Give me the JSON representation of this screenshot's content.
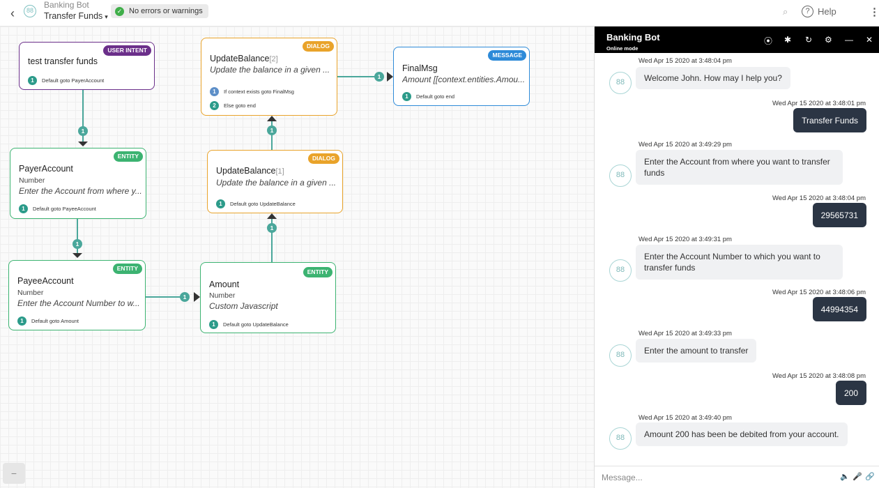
{
  "topbar": {
    "back_icon": "‹",
    "logo_icon": "88",
    "bot_name": "Banking Bot",
    "flow_name": "Transfer Funds",
    "caret": "▾",
    "status_icon": "✓",
    "status_text": "No errors or warnings",
    "search_icon": "⌕",
    "help_icon": "?",
    "help_label": "Help",
    "more_icon": "⋮"
  },
  "nodes": {
    "test_intent": {
      "tag": "USER INTENT",
      "title": "test transfer funds",
      "actions": [
        {
          "num": "1",
          "text": "Default goto PayerAccount"
        }
      ]
    },
    "payer": {
      "tag": "ENTITY",
      "title": "PayerAccount",
      "type": "Number",
      "desc": "Enter the Account from where y...",
      "actions": [
        {
          "num": "1",
          "text": "Default goto PayeeAccount"
        }
      ]
    },
    "payee": {
      "tag": "ENTITY",
      "title": "PayeeAccount",
      "type": "Number",
      "desc": "Enter the Account Number to w...",
      "actions": [
        {
          "num": "1",
          "text": "Default goto Amount"
        }
      ]
    },
    "amount": {
      "tag": "ENTITY",
      "title": "Amount",
      "type": "Number",
      "desc": "Custom Javascript",
      "actions": [
        {
          "num": "1",
          "text": "Default goto UpdateBalance"
        }
      ]
    },
    "ub1": {
      "tag": "DIALOG",
      "title": "UpdateBalance",
      "index": "[1]",
      "desc": "Update the balance in a given ...",
      "actions": [
        {
          "num": "1",
          "text": "Default goto UpdateBalance"
        }
      ]
    },
    "ub2": {
      "tag": "DIALOG",
      "title": "UpdateBalance",
      "index": "[2]",
      "desc": "Update the balance in a given ...",
      "actions": [
        {
          "num": "1",
          "text": "If context exists goto FinalMsg"
        },
        {
          "num": "2",
          "text": "Else goto end"
        }
      ]
    },
    "finalmsg": {
      "tag": "MESSAGE",
      "title": "FinalMsg",
      "desc": "Amount [[context.entities.Amou...",
      "actions": [
        {
          "num": "1",
          "text": "Default goto end"
        }
      ]
    }
  },
  "connector_badge": "1",
  "canvas": {
    "zoom_out_label": "−"
  },
  "chat": {
    "title": "Banking Bot",
    "mode": "Online mode",
    "header_icons": {
      "record": "⦿",
      "debug": "✱",
      "refresh": "↻",
      "settings": "⚙",
      "minimize": "—",
      "close": "✕"
    },
    "avatar_icon": "88",
    "messages": [
      {
        "from": "bot",
        "time": "Wed Apr 15 2020 at 3:48:04 pm",
        "text": "Welcome John. How may I help you?"
      },
      {
        "from": "user",
        "time": "Wed Apr 15 2020 at 3:48:01 pm",
        "text": "Transfer Funds"
      },
      {
        "from": "bot",
        "time": "Wed Apr 15 2020 at 3:49:29 pm",
        "text": "Enter the Account from where you want to transfer funds"
      },
      {
        "from": "user",
        "time": "Wed Apr 15 2020 at 3:48:04 pm",
        "text": "29565731"
      },
      {
        "from": "bot",
        "time": "Wed Apr 15 2020 at 3:49:31 pm",
        "text": "Enter the Account Number to which you want to transfer funds"
      },
      {
        "from": "user",
        "time": "Wed Apr 15 2020 at 3:48:06 pm",
        "text": "44994354"
      },
      {
        "from": "bot",
        "time": "Wed Apr 15 2020 at 3:49:33 pm",
        "text": "Enter the amount to transfer"
      },
      {
        "from": "user",
        "time": "Wed Apr 15 2020 at 3:48:08 pm",
        "text": "200"
      },
      {
        "from": "bot",
        "time": "Wed Apr 15 2020 at 3:49:40 pm",
        "text": "Amount 200 has been be debited from your account."
      }
    ],
    "input_placeholder": "Message...",
    "input_icons": {
      "speaker": "🔈",
      "mic": "🎤",
      "attach": "🔗"
    }
  }
}
